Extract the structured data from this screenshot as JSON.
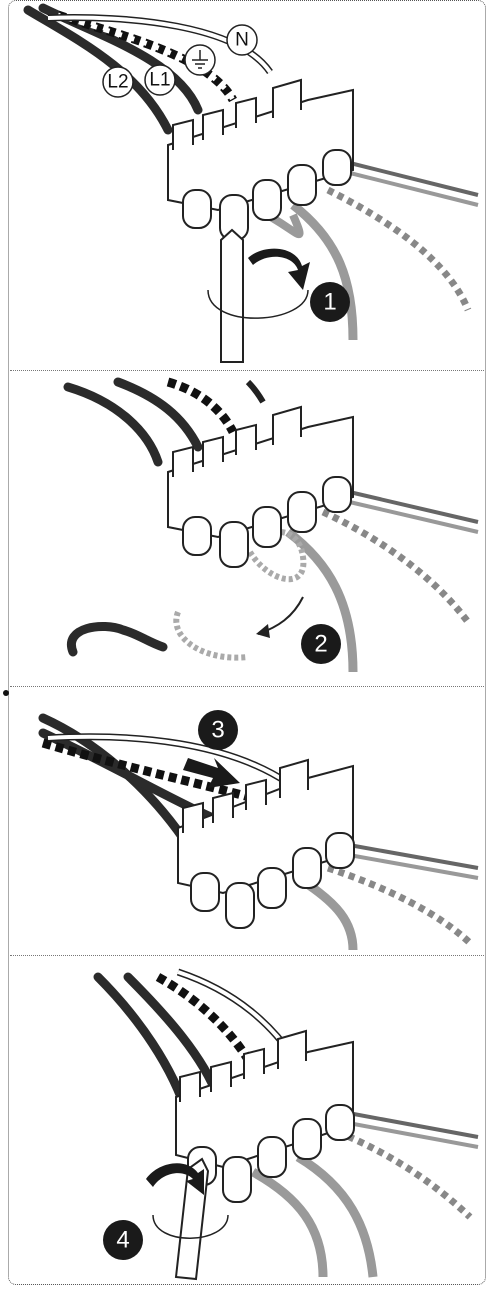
{
  "wire_labels": {
    "neutral": "N",
    "line1": "L1",
    "line2": "L2"
  },
  "steps": [
    {
      "number": "1",
      "action": "loosen-terminal-screw"
    },
    {
      "number": "2",
      "action": "remove-jumper-wire"
    },
    {
      "number": "3",
      "action": "insert-wires"
    },
    {
      "number": "4",
      "action": "tighten-terminal-screw"
    }
  ],
  "icons": {
    "earth": "earth-ground-symbol",
    "screwdriver": "screwdriver-icon",
    "rotation": "rotation-arrow-icon"
  },
  "colors": {
    "wire_dark": "#2b2b2b",
    "wire_grey": "#9a9a9a",
    "marker_fill": "#1a1a1a",
    "stroke": "#222222"
  }
}
